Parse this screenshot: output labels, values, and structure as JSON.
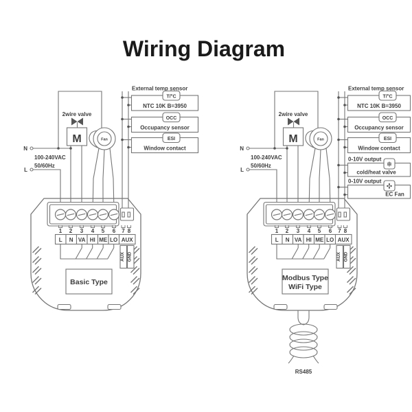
{
  "title": "Wiring Diagram",
  "power": {
    "n": "N",
    "l": "L",
    "voltage": "100-240VAC",
    "frequency": "50/60Hz"
  },
  "valve": {
    "label": "2wire valve",
    "motor": "M"
  },
  "fan": {
    "label": "Fan"
  },
  "terminals": {
    "numbers": [
      "1",
      "2",
      "3",
      "4",
      "5",
      "6",
      "7",
      "8"
    ],
    "labels": [
      "L",
      "N",
      "VA",
      "HI",
      "ME",
      "LO",
      "AUX"
    ],
    "aux_vertical": [
      "AUX",
      "GND"
    ]
  },
  "devices": {
    "left": {
      "type_label": "Basic Type"
    },
    "right": {
      "type_line1": "Modbus Type",
      "type_line2": "WiFi Type",
      "cable_label": "RS485"
    }
  },
  "peripherals": {
    "left": [
      {
        "title": "External temp sensor",
        "tag": "T/°C",
        "label": "NTC 10K B=3950"
      },
      {
        "tag": "OCC",
        "label": "Occupancy sensor"
      },
      {
        "tag": "ESI",
        "label": "Window contact"
      }
    ],
    "right": [
      {
        "title": "External temp sensor",
        "tag": "T/°C",
        "label": "NTC 10K B=3950"
      },
      {
        "tag": "OCC",
        "label": "Occupancy sensor"
      },
      {
        "tag": "ESI",
        "label": "Window contact"
      },
      {
        "title": "0-10V output",
        "tag": "❄",
        "label": "cold/heat valve"
      },
      {
        "title": "0-10V output",
        "tag": "✣",
        "label": "EC Fan"
      }
    ]
  }
}
